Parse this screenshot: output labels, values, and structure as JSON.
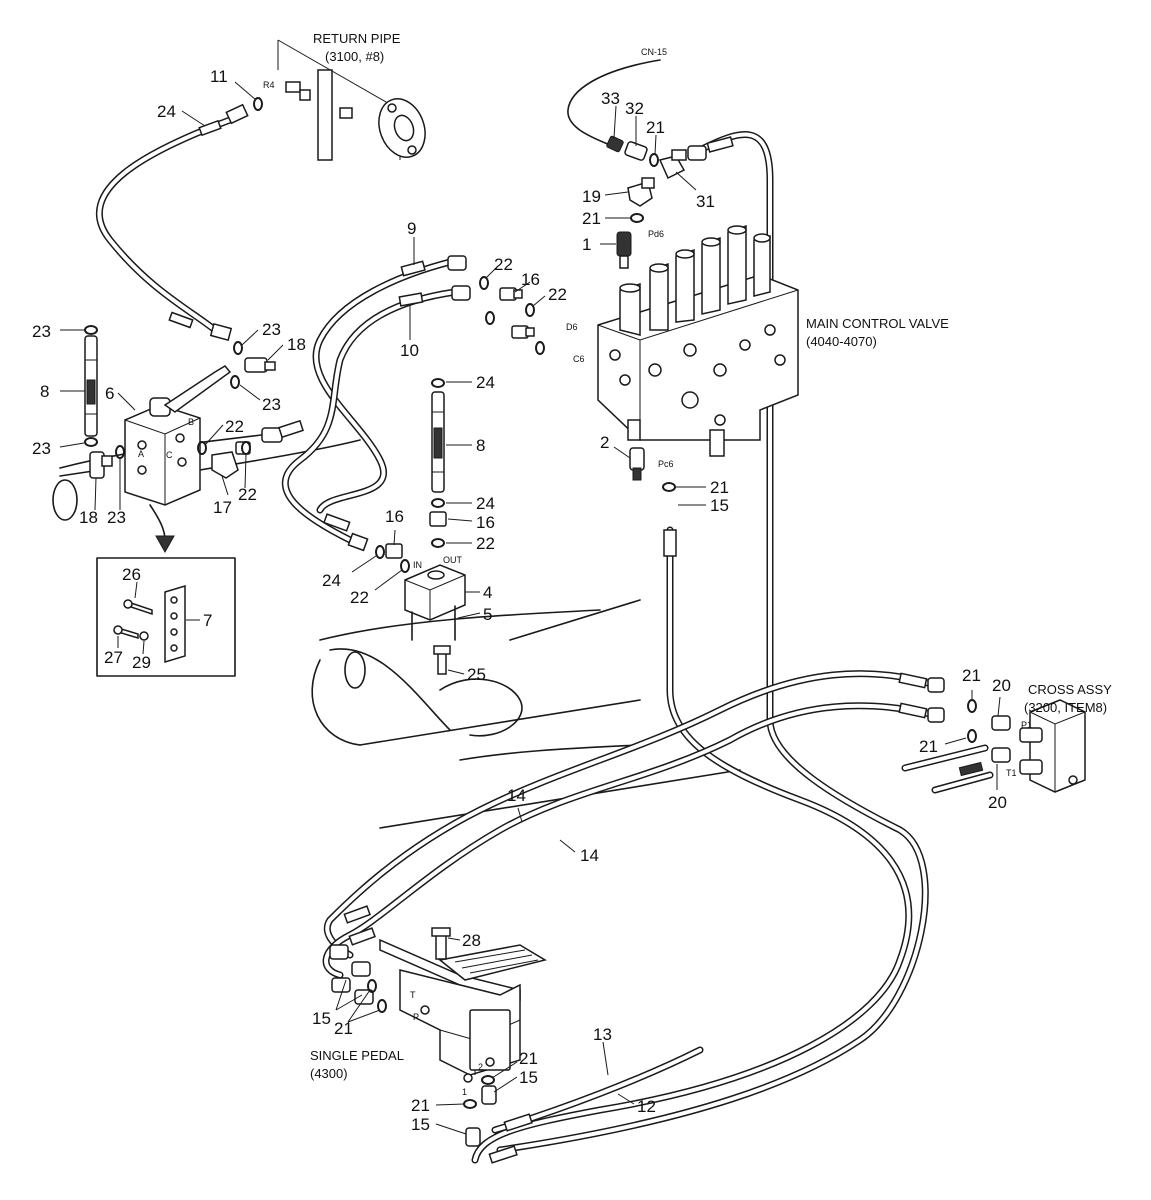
{
  "captions": {
    "return_pipe": [
      "RETURN PIPE",
      "(3100, #8)"
    ],
    "main_control_valve": [
      "MAIN CONTROL VALVE",
      "(4040-4070)"
    ],
    "cross_assy": [
      "CROSS ASSY",
      "(3200, ITEM8)"
    ],
    "single_pedal": [
      "SINGLE PEDAL",
      "(4300)"
    ]
  },
  "small_labels": {
    "cn15": "CN-15",
    "r4": "R4",
    "pd6": "Pd6",
    "d6": "D6",
    "c6": "C6",
    "pc6": "Pc6",
    "port_a": "A",
    "port_b": "B",
    "port_c": "C",
    "in": "IN",
    "out": "OUT",
    "p1": "P1",
    "t1": "T1",
    "pedal_p": "P",
    "pedal_t": "T",
    "pedal_1": "1",
    "pedal_2": "2"
  },
  "callouts": [
    "11",
    "24",
    "23",
    "8",
    "23",
    "23",
    "18",
    "6",
    "23",
    "18",
    "22",
    "17",
    "22",
    "23",
    "9",
    "10",
    "22",
    "16",
    "22",
    "24",
    "8",
    "24",
    "16",
    "22",
    "16",
    "24",
    "22",
    "4",
    "5",
    "25",
    "26",
    "7",
    "27",
    "29",
    "33",
    "32",
    "21",
    "31",
    "19",
    "21",
    "1",
    "2",
    "21",
    "15",
    "21",
    "20",
    "21",
    "20",
    "14",
    "14",
    "28",
    "15",
    "21",
    "13",
    "21",
    "15",
    "21",
    "15",
    "12"
  ]
}
